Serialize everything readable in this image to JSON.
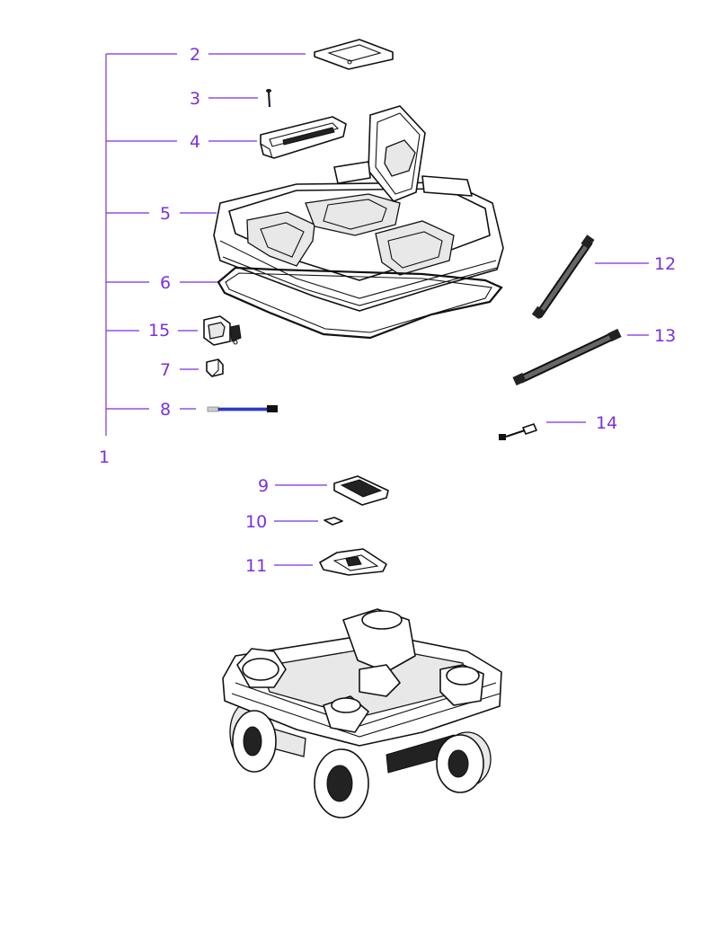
{
  "callout_color": "#7b2fe0",
  "line_color": "#111111",
  "callouts": {
    "c1": "1",
    "c2": "2",
    "c3": "3",
    "c4": "4",
    "c5": "5",
    "c6": "6",
    "c7": "7",
    "c8": "8",
    "c9": "9",
    "c10": "10",
    "c11": "11",
    "c12": "12",
    "c13": "13",
    "c14": "14",
    "c15": "15"
  }
}
